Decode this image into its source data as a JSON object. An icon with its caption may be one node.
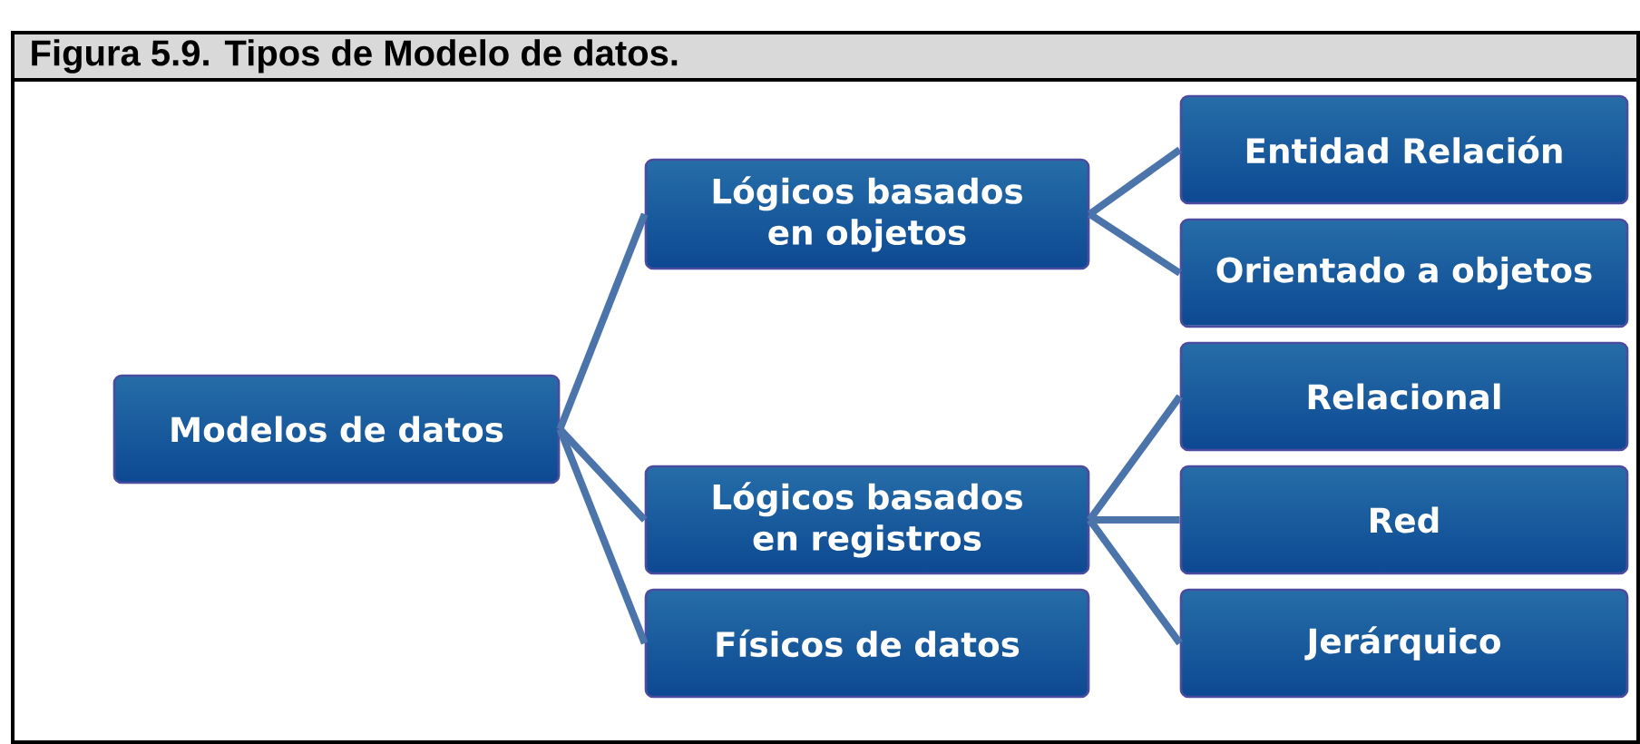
{
  "diagram": {
    "title": "Figura 5.9. Tipos de Modelo de datos.",
    "nodes": [
      {
        "text": [
          "Modelos de datos"
        ]
      },
      {
        "text": [
          "Lógicos basados en objetos"
        ]
      },
      {
        "text": [
          "Lógicos basados en registros"
        ]
      },
      {
        "text": [
          "Físicos de datos"
        ]
      },
      {
        "text": [
          "Entidad Relación"
        ]
      },
      {
        "text": [
          "Orientado a objetos"
        ]
      },
      {
        "text": [
          "Relacional"
        ]
      },
      {
        "text": [
          "Red"
        ]
      },
      {
        "text": [
          "Jerárquico"
        ]
      }
    ],
    "edges": [
      {
        "from": 0,
        "to": 1,
        "arrow": "none"
      },
      {
        "from": 0,
        "to": 2,
        "arrow": "none"
      },
      {
        "from": 0,
        "to": 3,
        "arrow": "none"
      },
      {
        "from": 1,
        "to": 4,
        "arrow": "none"
      },
      {
        "from": 1,
        "to": 5,
        "arrow": "none"
      },
      {
        "from": 2,
        "to": 6,
        "arrow": "none"
      },
      {
        "from": 2,
        "to": 7,
        "arrow": "none"
      },
      {
        "from": 2,
        "to": 8,
        "arrow": "none"
      }
    ]
  }
}
